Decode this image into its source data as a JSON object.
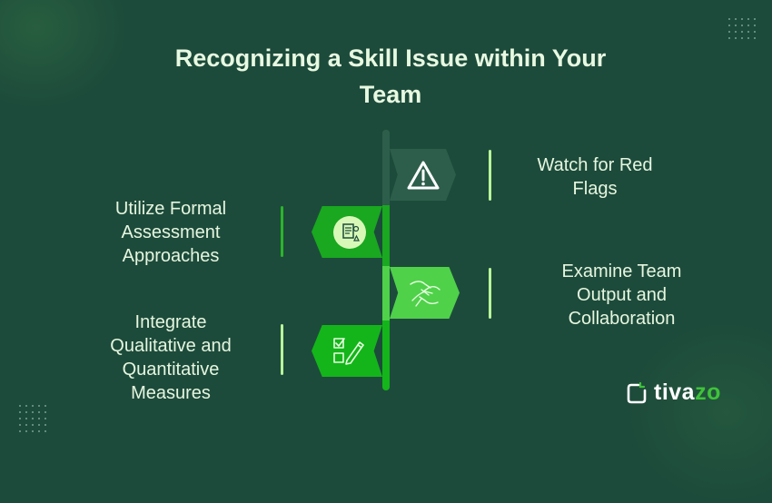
{
  "title": {
    "line1": "Recognizing a Skill Issue within Your",
    "line2": "Team"
  },
  "colors": {
    "background": "#1d4b3b",
    "title_text": "#e8f9e2",
    "flag_1": "#2d5e4b",
    "flag_2": "#19a81f",
    "flag_3": "#4fd14a",
    "flag_4": "#14b51a",
    "accent_bar_light": "#b9f59a",
    "accent_bar_green": "#2bb52b",
    "logo_accent": "#3fc23a"
  },
  "steps": [
    {
      "label_line1": "Watch for Red",
      "label_line2": "Flags",
      "icon": "warning-triangle-icon",
      "side": "right"
    },
    {
      "label_line1": "Utilize Formal",
      "label_line2": "Assessment",
      "label_line3": "Approaches",
      "icon": "assessment-document-icon",
      "side": "left"
    },
    {
      "label_line1": "Examine Team",
      "label_line2": "Output and",
      "label_line3": "Collaboration",
      "icon": "team-hands-icon",
      "side": "right"
    },
    {
      "label_line1": "Integrate",
      "label_line2": "Qualitative and",
      "label_line3": "Quantitative",
      "label_line4": "Measures",
      "icon": "checklist-pencil-icon",
      "side": "left"
    }
  ],
  "logo": {
    "text_main": "tiva",
    "text_accent": "zo"
  }
}
